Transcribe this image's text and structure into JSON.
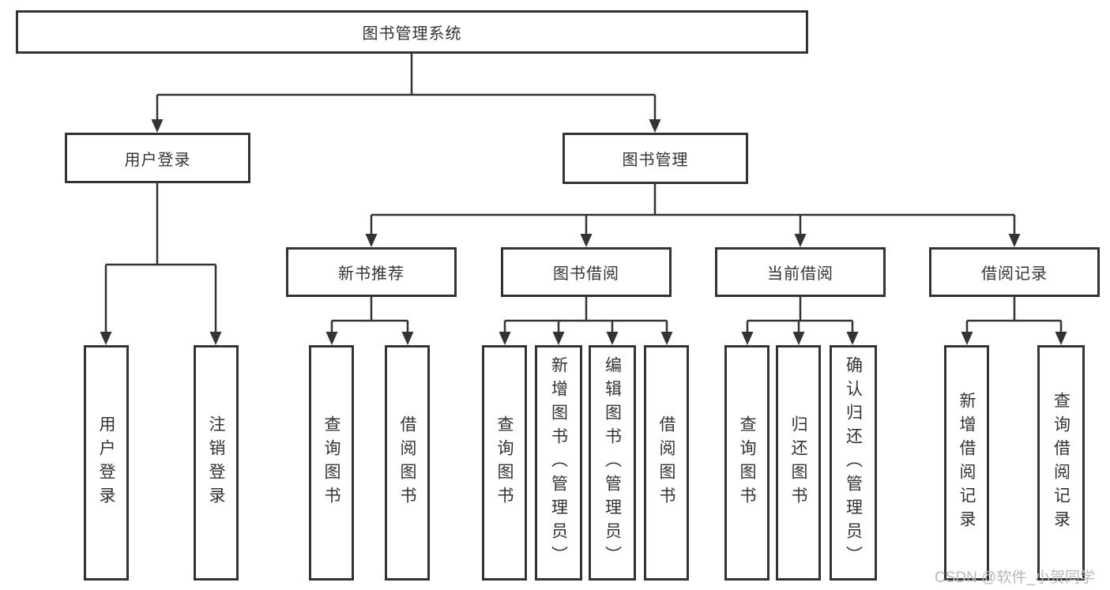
{
  "diagram": {
    "root": {
      "label": "图书管理系统",
      "children": [
        {
          "label": "用户登录",
          "children": [
            {
              "label": "用户登录"
            },
            {
              "label": "注销登录"
            }
          ]
        },
        {
          "label": "图书管理",
          "children": [
            {
              "label": "新书推荐",
              "children": [
                {
                  "label": "查询图书"
                },
                {
                  "label": "借阅图书"
                }
              ]
            },
            {
              "label": "图书借阅",
              "children": [
                {
                  "label": "查询图书"
                },
                {
                  "label": "新增图书（管理员）"
                },
                {
                  "label": "编辑图书（管理员）"
                },
                {
                  "label": "借阅图书"
                }
              ]
            },
            {
              "label": "当前借阅",
              "children": [
                {
                  "label": "查询图书"
                },
                {
                  "label": "归还图书"
                },
                {
                  "label": "确认归还（管理员）"
                }
              ]
            },
            {
              "label": "借阅记录",
              "children": [
                {
                  "label": "新增借阅记录"
                },
                {
                  "label": "查询借阅记录"
                }
              ]
            }
          ]
        }
      ]
    },
    "colors": {
      "line": "#333333",
      "box_border": "#333333",
      "text": "#333333",
      "background": "#ffffff",
      "watermark": "#b9b9b9"
    }
  },
  "watermark": {
    "text": "CSDN @软件_小贺同学"
  }
}
